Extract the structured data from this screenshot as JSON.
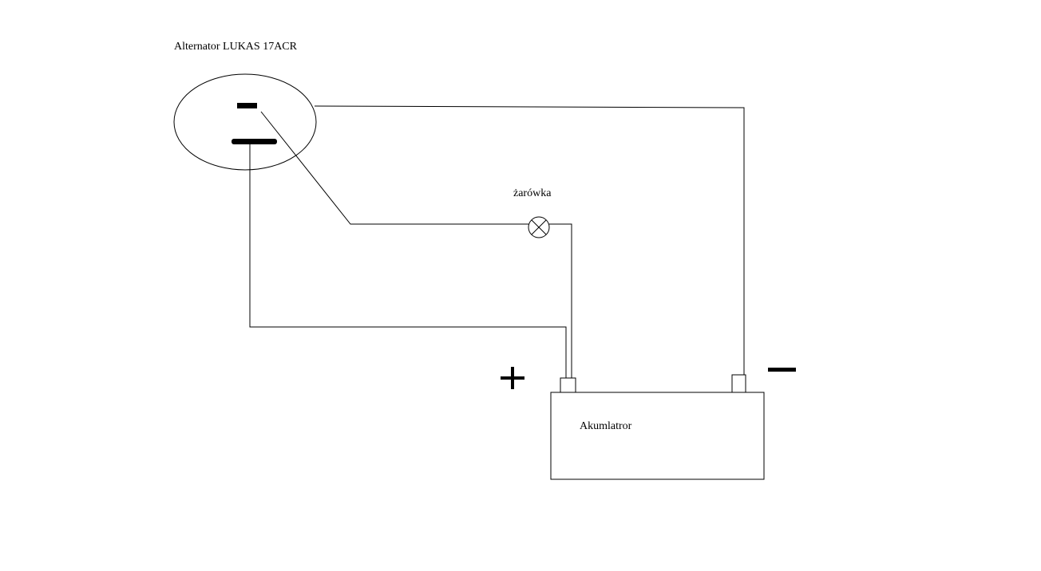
{
  "labels": {
    "alternator": "Alternator LUKAS 17ACR",
    "bulb": "żarówka",
    "battery": "Akumlatror"
  },
  "symbols": {
    "positive": "+",
    "negative": "-"
  },
  "colors": {
    "line": "#000000",
    "background": "#ffffff"
  }
}
